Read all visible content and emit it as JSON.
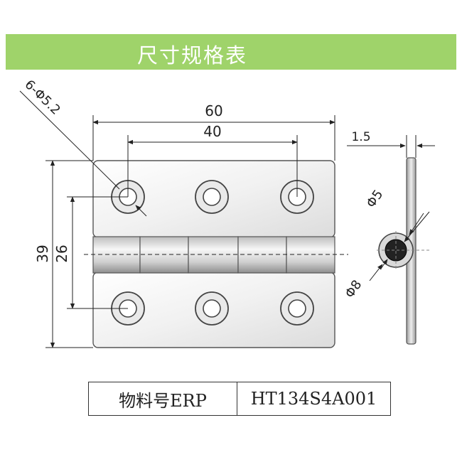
{
  "banner": {
    "title": "尺寸规格表"
  },
  "dimensions": {
    "holes": "6-Φ5.2",
    "overall_width": "60",
    "hole_spacing_x": "40",
    "overall_height": "39",
    "hole_spacing_y": "26",
    "thickness": "1.5",
    "pin_diameter": "Φ5",
    "knuckle_diameter": "Φ8"
  },
  "spec": {
    "label": "物料号ERP",
    "value": "HT134S4A001"
  },
  "colors": {
    "banner": "#9fd36a",
    "line": "#222222"
  }
}
